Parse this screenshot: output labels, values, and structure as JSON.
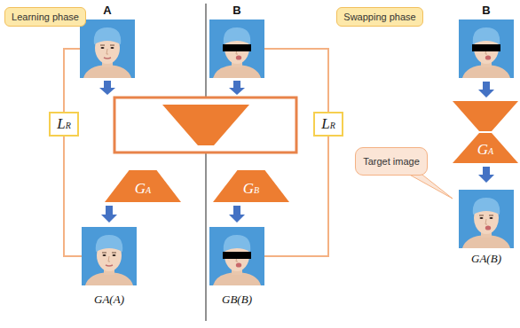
{
  "diagram": {
    "nodes": [
      {
        "text": [
          "Learning phase"
        ]
      },
      {
        "text": [
          "LR"
        ]
      },
      {
        "text": [
          "GA"
        ]
      },
      {
        "text": [
          "GB"
        ]
      },
      {
        "text": [
          "LR"
        ]
      },
      {
        "text": [
          "Swapping phase"
        ]
      },
      {
        "text": [
          "GA"
        ]
      },
      {
        "text": [
          "Target image"
        ]
      }
    ],
    "labels": [
      "A",
      "B",
      "B",
      "GA(A)",
      "GB(B)",
      "GA(B)"
    ]
  }
}
